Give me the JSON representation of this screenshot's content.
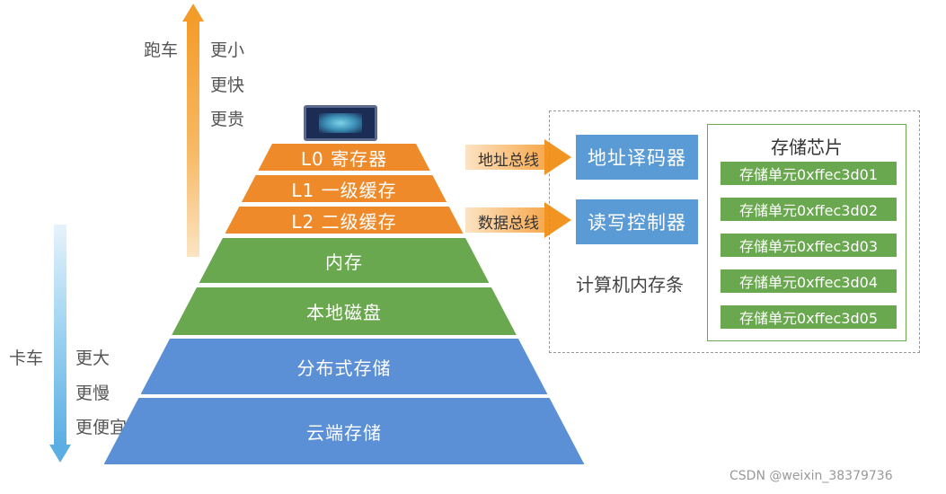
{
  "left_top": {
    "vehicle": "跑车",
    "traits": [
      "更小",
      "更快",
      "更贵"
    ]
  },
  "left_bottom": {
    "vehicle": "卡车",
    "traits": [
      "更大",
      "更慢",
      "更便宜"
    ]
  },
  "pyramid": {
    "layers": [
      {
        "label": "L0 寄存器",
        "color": "#ee8a2a"
      },
      {
        "label": "L1 一级缓存",
        "color": "#ee8a2a"
      },
      {
        "label": "L2 二级缓存",
        "color": "#ee8a2a"
      },
      {
        "label": "内存",
        "color": "#6aa84f"
      },
      {
        "label": "本地磁盘",
        "color": "#6aa84f"
      },
      {
        "label": "分布式存储",
        "color": "#5b8fd6"
      },
      {
        "label": "云端存储",
        "color": "#5b8fd6"
      }
    ]
  },
  "buses": {
    "address": "地址总线",
    "data": "数据总线"
  },
  "memory_stick": {
    "decoder": "地址译码器",
    "controller": "读写控制器",
    "label": "计算机内存条",
    "chip_title": "存储芯片",
    "cells": [
      "存储单元0xffec3d01",
      "存储单元0xffec3d02",
      "存储单元0xffec3d03",
      "存储单元0xffec3d04",
      "存储单元0xffec3d05"
    ]
  },
  "watermark": "CSDN @weixin_38379736"
}
